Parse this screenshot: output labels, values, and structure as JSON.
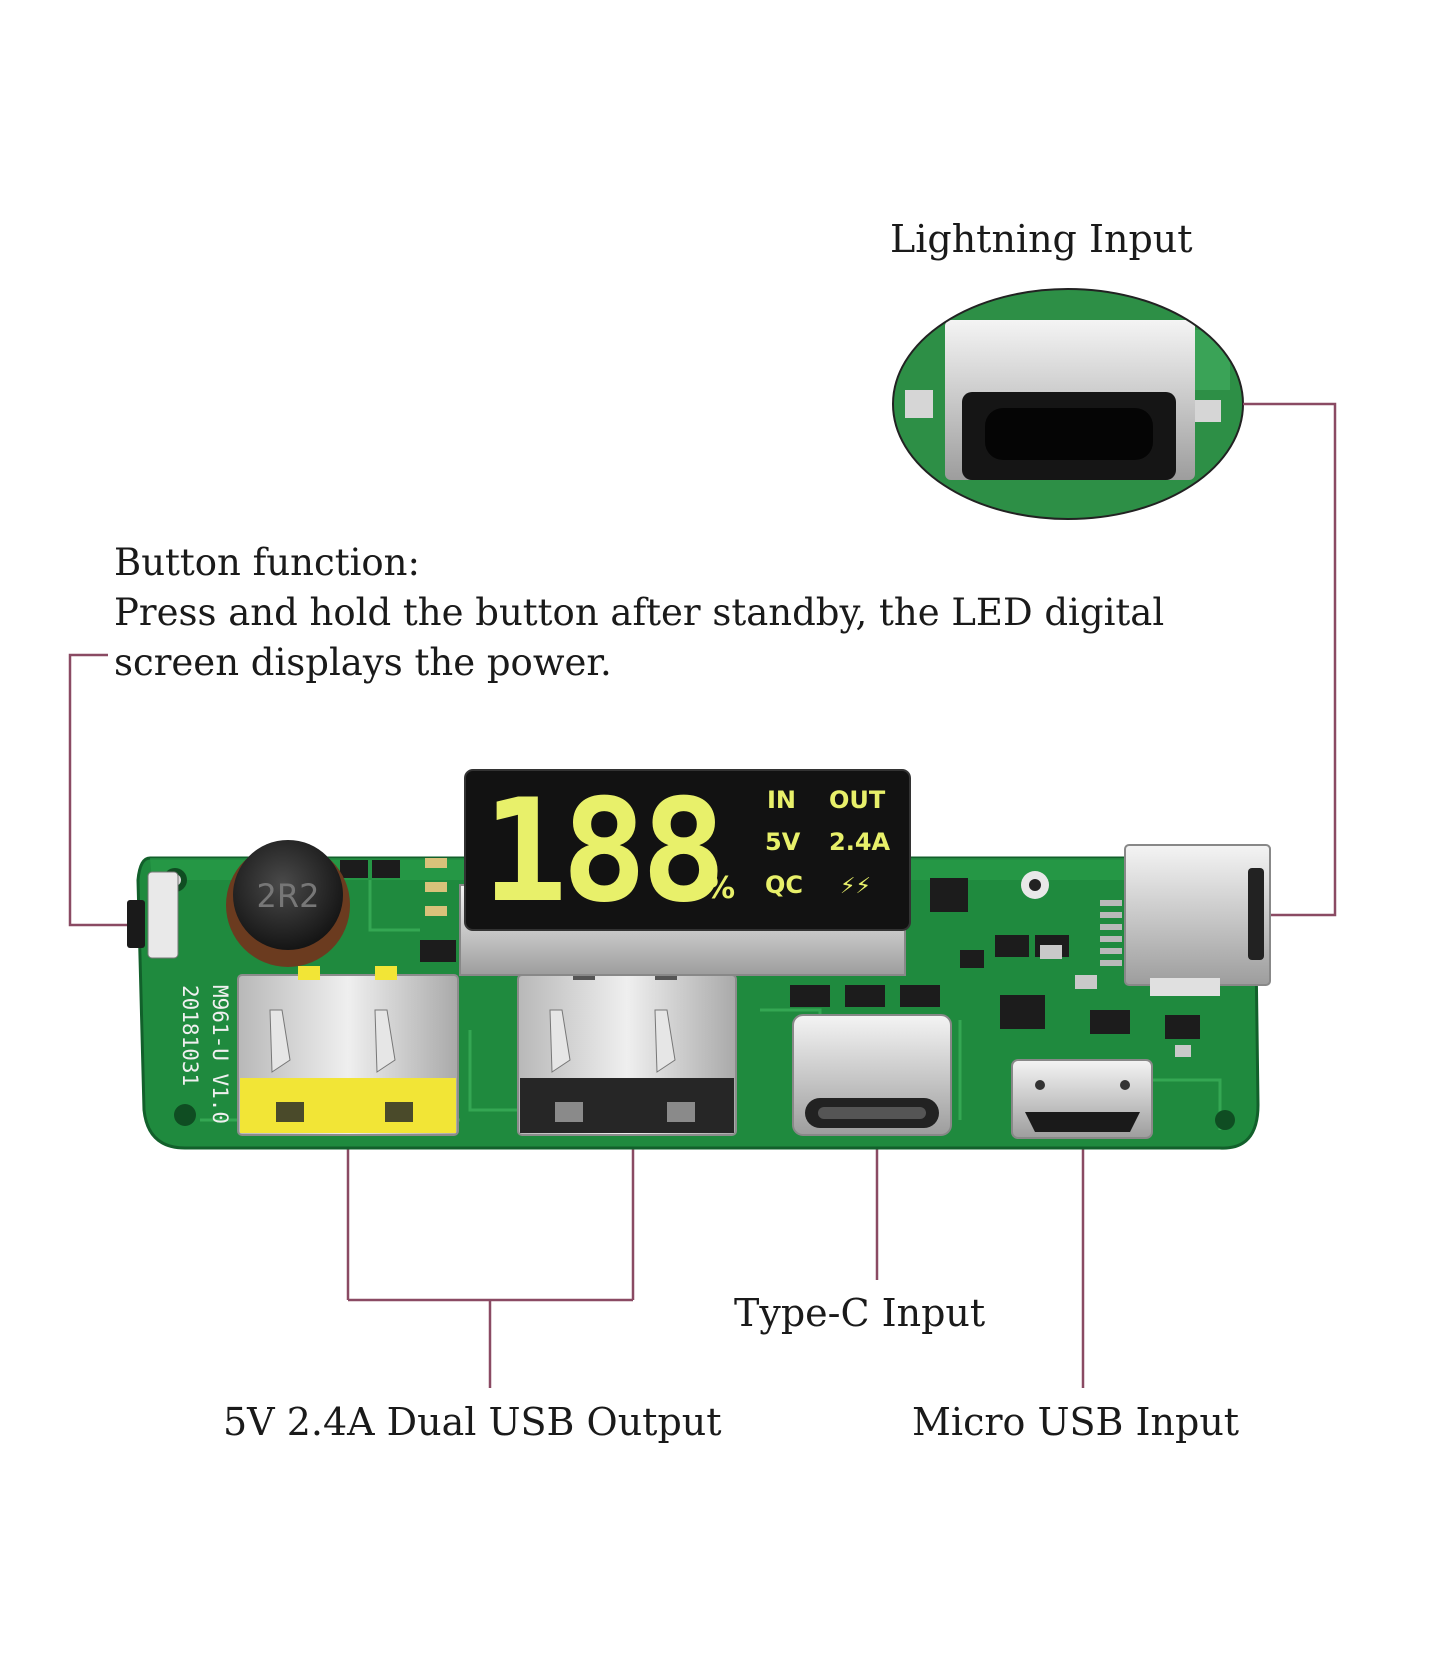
{
  "labels": {
    "lightning_input": "Lightning Input",
    "button_function_title": "Button function:",
    "button_function_line1": "Press and hold the button after standby, the LED digital",
    "button_function_line2": "screen displays the power.",
    "typec_input": "Type-C Input",
    "dual_usb_output": "5V 2.4A Dual USB Output",
    "micro_usb_input": "Micro USB Input"
  },
  "display": {
    "digits": "188",
    "percent": "%",
    "in": "IN",
    "out": "OUT",
    "voltage": "5V",
    "current": "2.4A",
    "qc": "QC",
    "bolt": "⚡⚡"
  },
  "board": {
    "inductor": "2R2",
    "model": "M961-U V1.0",
    "date": "20181031"
  },
  "colors": {
    "pcb": "#1f8a3e",
    "leader": "#8a4a63",
    "segment": "#e8f06a",
    "usb_yellow": "#f2e536"
  }
}
